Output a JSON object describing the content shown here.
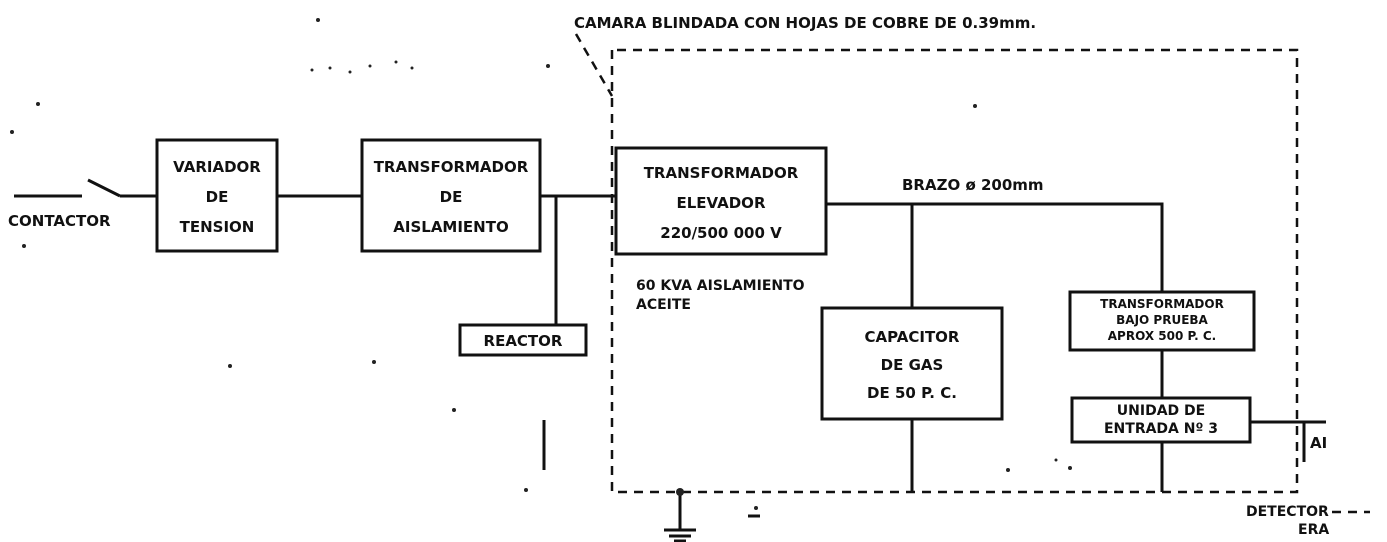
{
  "chamber": {
    "label": "CAMARA BLINDADA CON HOJAS DE COBRE DE 0.39mm."
  },
  "blocks": {
    "contactor": "CONTACTOR",
    "variador": [
      "VARIADOR",
      "DE",
      "TENSION"
    ],
    "transformador_aislamiento": [
      "TRANSFORMADOR",
      "DE",
      "AISLAMIENTO"
    ],
    "reactor": "REACTOR",
    "transformador_elevador": [
      "TRANSFORMADOR",
      "ELEVADOR",
      "220/500 000 V"
    ],
    "elevador_note": [
      "60 KVA AISLAMIENTO",
      "ACEITE"
    ],
    "brazo": "BRAZO ø 200mm",
    "capacitor": [
      "CAPACITOR",
      "DE GAS",
      "DE 50 P. C."
    ],
    "transformador_prueba": [
      "TRANSFORMADOR",
      "BAJO PRUEBA",
      "APROX 500 P. C."
    ],
    "unidad_entrada": [
      "UNIDAD DE",
      "ENTRADA Nº 3"
    ],
    "output_label": "AI",
    "detector": [
      "DETECTOR",
      "ERA"
    ]
  }
}
